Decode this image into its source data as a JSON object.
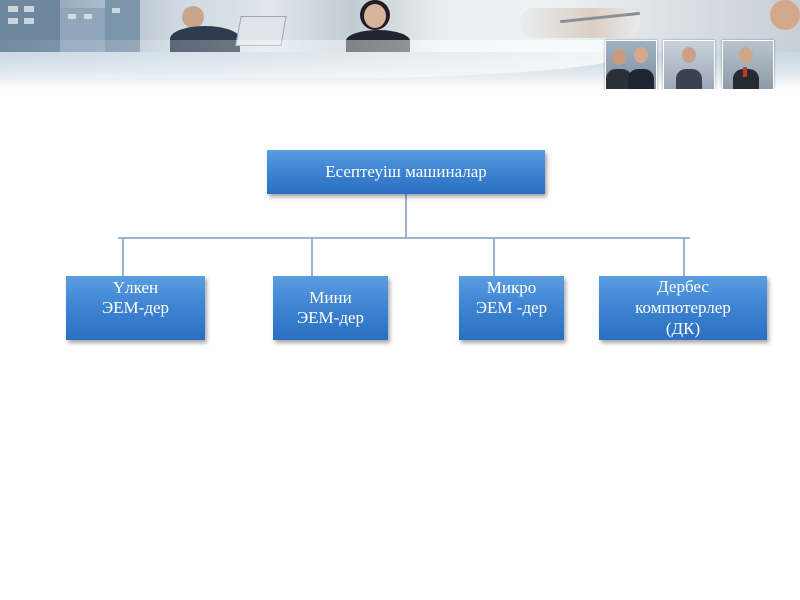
{
  "diagram": {
    "root": {
      "label": "Есептеуіш машиналар"
    },
    "children": [
      {
        "label": "Үлкен\nЭЕМ-дер"
      },
      {
        "label": "Мини\nЭЕМ-дер"
      },
      {
        "label": "Микро\nЭЕМ -дер"
      },
      {
        "label": "Дербес\nкомпютерлер\n(ДК)"
      }
    ]
  },
  "colors": {
    "node_fill_top": "#5b9de0",
    "node_fill_bottom": "#2a6fc2",
    "connector": "#9bb5cf",
    "node_text": "#ffffff"
  },
  "header": {
    "images": [
      "office-photo-banner",
      "meeting-photo",
      "businessman-photo",
      "business-team-photo"
    ]
  }
}
